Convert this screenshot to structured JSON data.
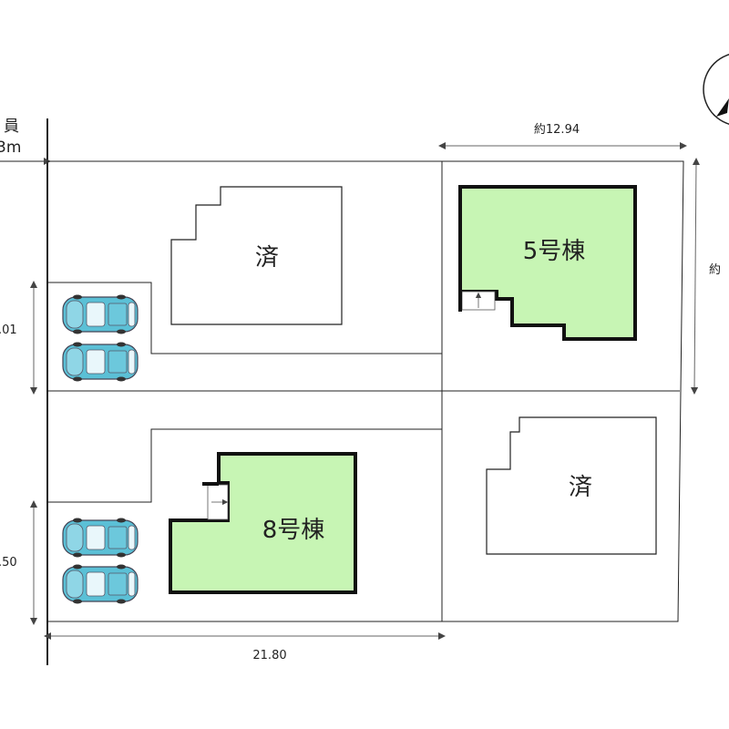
{
  "road_label_top": "員",
  "road_label_bottom": "3m",
  "dims": {
    "top_width": "約12.94",
    "right_depth": "約",
    "left_upper": ".01",
    "left_lower": ".50",
    "bottom_width": "21.80"
  },
  "buildings": {
    "unit5": "5号棟",
    "unit8": "8号棟",
    "sold_upper": "済",
    "sold_lower": "済"
  },
  "colors": {
    "house_fill": "#c7f5b4",
    "car_body": "#5bc0d6"
  },
  "icons": {
    "compass": "compass-icon",
    "car": "car-icon",
    "entrance": "entrance-arrow-icon"
  }
}
